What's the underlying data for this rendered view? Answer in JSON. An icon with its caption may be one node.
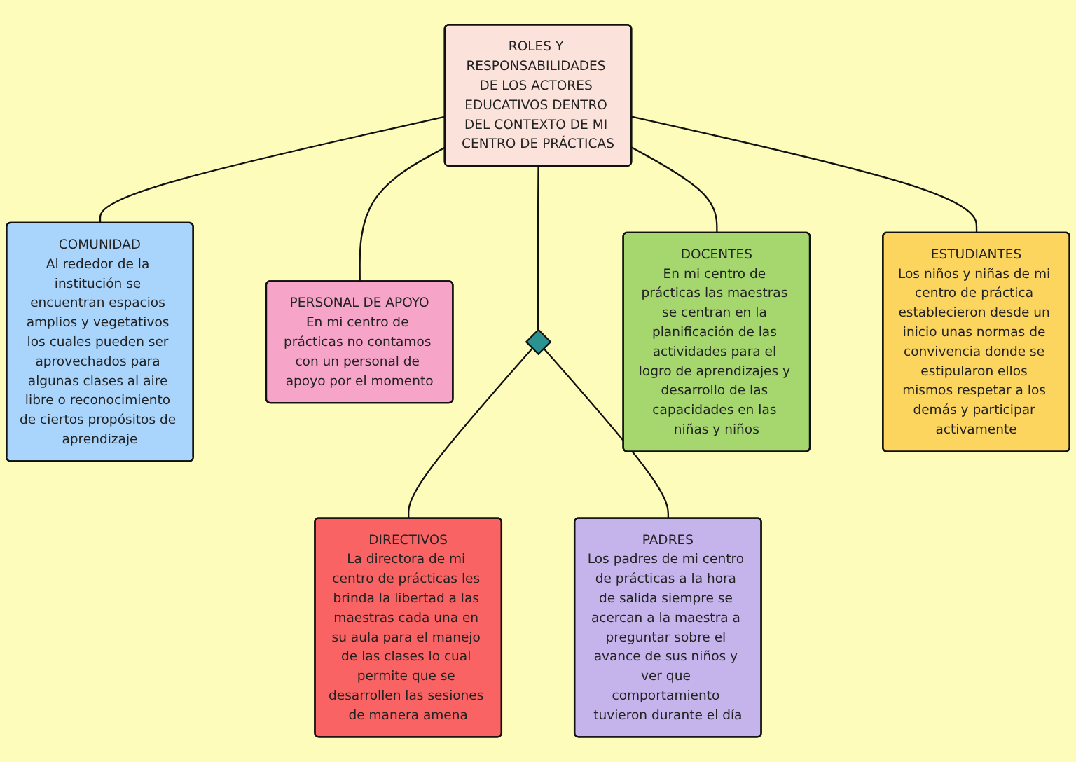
{
  "diagram": {
    "nodes": [
      {
        "text": [
          "COMUNIDAD",
          "Al rededor de la institución se encuentran espacios amplios y vegetativos los cuales pueden ser aprovechados para algunas clases al aire libre o reconocimiento de ciertos propósitos de aprendizaje"
        ]
      },
      {
        "text": [
          "ROLES Y RESPONSABILIDADES DE LOS ACTORES EDUCATIVOS DENTRO DEL CONTEXTO DE MI CENTRO DE PRÁCTICAS"
        ]
      },
      {
        "text": [
          "DOCENTES",
          "En mi centro de prácticas las maestras se centran en la planificación de las actividades para el logro de aprendizajes y desarrollo de las capacidades en las niñas y niños"
        ]
      },
      {
        "text": [
          "PERSONAL DE APOYO",
          "En mi centro de prácticas no contamos con un personal de apoyo por el momento"
        ]
      },
      {
        "text": [
          "ESTUDIANTES",
          "Los niños y niñas de mi centro de práctica establecieron desde un inicio unas normas de convivencia donde se estipularon ellos mismos respetar a los demás y participar activamente"
        ]
      },
      {
        "text": [],
        "shape": "diamond"
      },
      {
        "text": [
          "DIRECTIVOS",
          "La directora de mi centro de prácticas les brinda la libertad a las maestras cada una en su aula para el manejo de las clases lo cual permite que se desarrollen las sesiones de manera amena"
        ]
      },
      {
        "text": [
          "PADRES",
          "Los padres de mi centro de prácticas a la hora de salida siempre se acercan a la maestra a preguntar sobre el avance de sus niños y ver que comportamiento tuvieron durante el día"
        ]
      }
    ],
    "edges": [
      {
        "from": 1,
        "to": 0,
        "arrow": "none"
      },
      {
        "from": 1,
        "to": 2,
        "arrow": "none"
      },
      {
        "from": 1,
        "to": 3,
        "arrow": "none"
      },
      {
        "from": 1,
        "to": 4,
        "arrow": "none"
      },
      {
        "from": 1,
        "to": 5,
        "arrow": "none"
      },
      {
        "from": 5,
        "to": 6,
        "arrow": "none"
      },
      {
        "from": 5,
        "to": 7,
        "arrow": "none"
      }
    ]
  }
}
